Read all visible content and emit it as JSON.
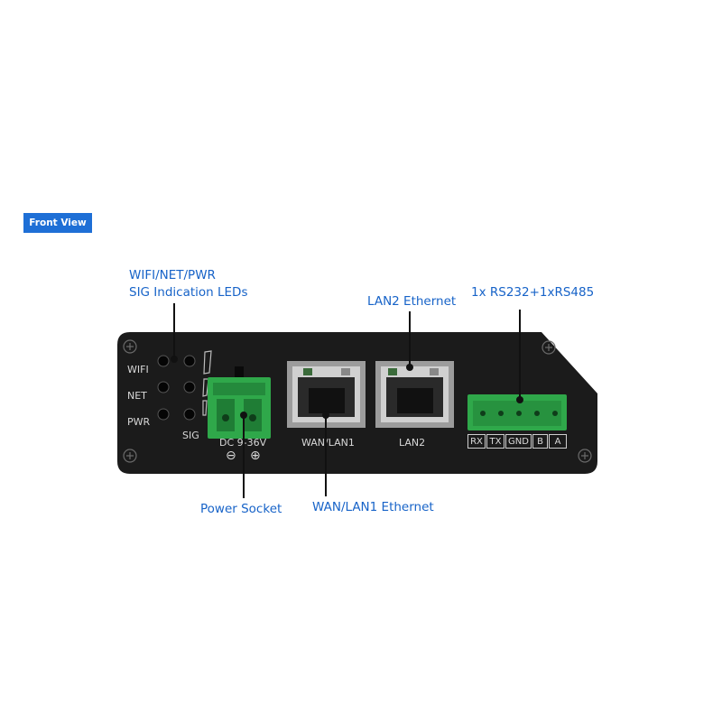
{
  "badge": {
    "label": "Front View"
  },
  "callouts": {
    "leds_line1": "WIFI/NET/PWR",
    "leds_line2": "SIG Indication LEDs",
    "lan2": "LAN2 Ethernet",
    "serial": "1x RS232+1xRS485",
    "power": "Power Socket",
    "wan": "WAN/LAN1  Ethernet"
  },
  "device": {
    "led_labels": [
      "WIFI",
      "NET",
      "PWR"
    ],
    "sig_label": "SIG",
    "power_label": "DC 9-36V",
    "minus_symbol": "⊖",
    "plus_symbol": "⊕",
    "wan_label": "WAN/LAN1",
    "lan2_label": "LAN2",
    "terminal_labels": [
      "RX",
      "TX",
      "GND",
      "B",
      "A"
    ]
  },
  "colors": {
    "accent_blue": "#1e6fd6",
    "callout_blue": "#1763c8",
    "device_body": "#1b1b1b",
    "connector_green": "#2fa84a"
  }
}
